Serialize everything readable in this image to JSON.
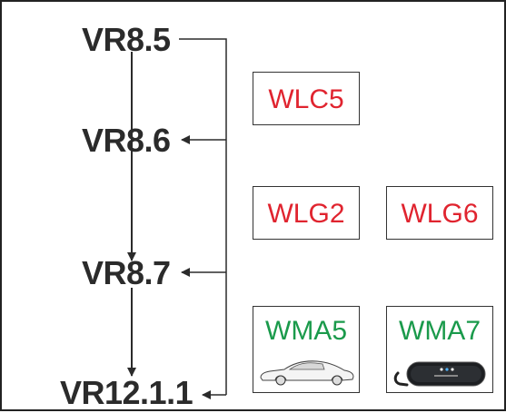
{
  "versions": {
    "v1": "VR8.5",
    "v2": "VR8.6",
    "v3": "VR8.7",
    "v4": "VR12.1.1"
  },
  "modules": {
    "wlc5": "WLC5",
    "wlg2": "WLG2",
    "wlg6": "WLG6",
    "wma5": "WMA5",
    "wma7": "WMA7"
  },
  "icons": {
    "wma5": "car-icon",
    "wma7": "charger-icon"
  },
  "colors": {
    "incompatible": "#e0242f",
    "compatible": "#1a9a4b"
  }
}
